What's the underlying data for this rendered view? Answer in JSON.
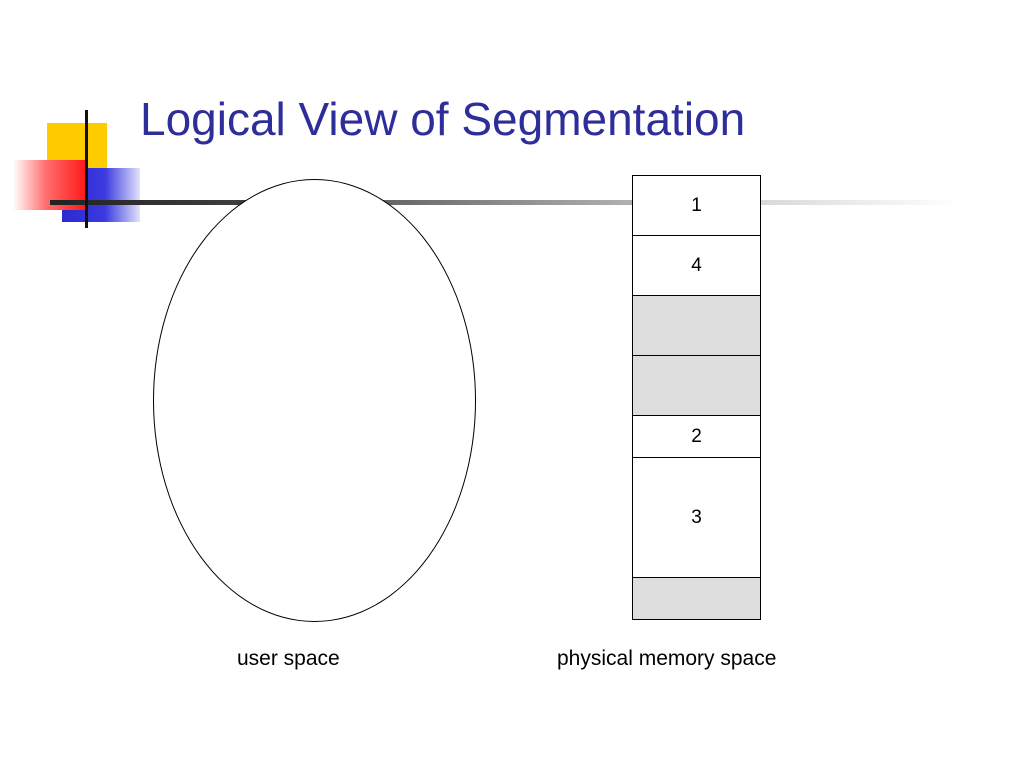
{
  "slide": {
    "title": "Logical View of Segmentation"
  },
  "memory": {
    "segments": [
      {
        "label": "1",
        "kind": "allocated"
      },
      {
        "label": "4",
        "kind": "allocated"
      },
      {
        "label": "",
        "kind": "free"
      },
      {
        "label": "",
        "kind": "free"
      },
      {
        "label": "2",
        "kind": "allocated"
      },
      {
        "label": "3",
        "kind": "allocated"
      },
      {
        "label": "",
        "kind": "free"
      }
    ]
  },
  "captions": {
    "user_space": "user space",
    "physical_memory_space": "physical memory space"
  },
  "colors": {
    "title": "#2e2e9a",
    "free_segment": "#dddddd",
    "logo_yellow": "#ffcc00",
    "logo_blue": "#2a2ad0",
    "logo_red": "#ff1a1a"
  }
}
